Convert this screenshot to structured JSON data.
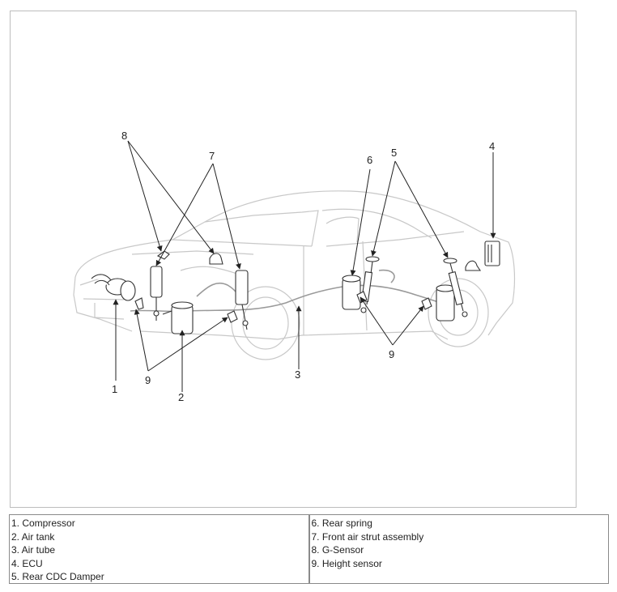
{
  "callouts": {
    "c1": "1",
    "c2": "2",
    "c3": "3",
    "c4": "4",
    "c5": "5",
    "c6": "6",
    "c7": "7",
    "c8": "8",
    "c9a": "9",
    "c9b": "9"
  },
  "legend": {
    "left": [
      "1. Compressor",
      "2. Air tank",
      "3. Air tube",
      "4. ECU",
      "5. Rear CDC Damper"
    ],
    "right": [
      "6. Rear spring",
      "7. Front air strut assembly",
      "8. G-Sensor",
      "9. Height sensor"
    ]
  }
}
